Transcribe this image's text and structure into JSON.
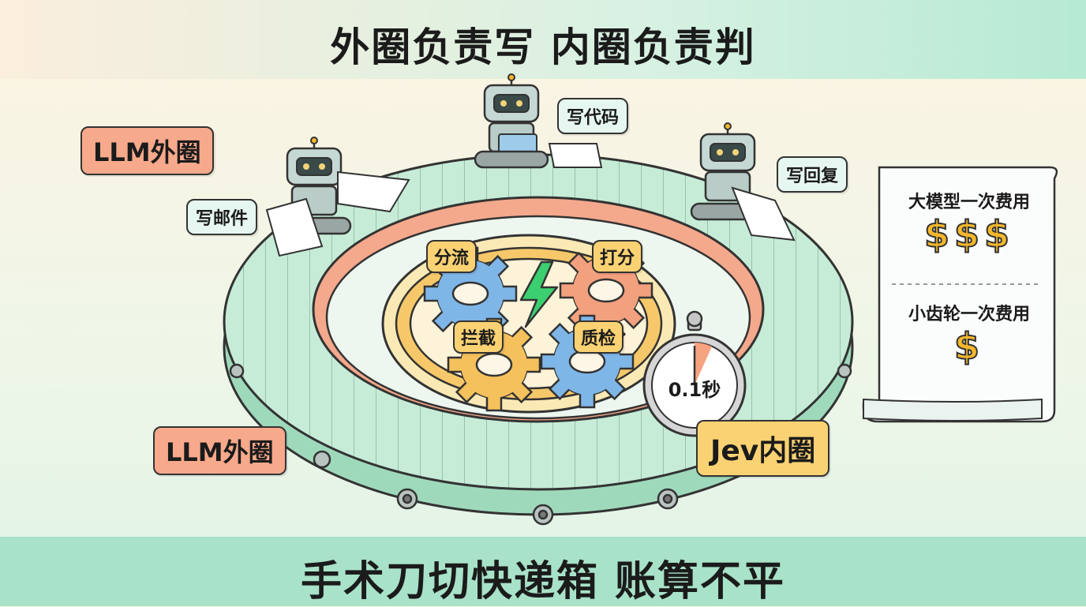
{
  "title": "外圈负责写 内圈负责判",
  "footer": "手术刀切快递箱 账算不平",
  "outer_ring_labels": [
    "LLM外圈",
    "LLM外圈"
  ],
  "inner_ring_label": "Jev内圈",
  "robots": {
    "code": "写代码",
    "email": "写邮件",
    "reply": "写回复"
  },
  "gears": {
    "route": "分流",
    "score": "打分",
    "block": "拦截",
    "qa": "质检"
  },
  "timer": "0.1秒",
  "cost": {
    "llm_label": "大模型一次费用",
    "llm_cost": "$$$",
    "gear_label": "小齿轮一次费用",
    "gear_cost": "$"
  },
  "colors": {
    "ring_green": "#bfe8d3",
    "ring_salmon": "#f4a88c",
    "inner_yellow": "#f7c86a",
    "gear_blue": "#7fb6e8",
    "gear_orange": "#f2a07e",
    "gear_yellow": "#f5c15c",
    "lightning": "#3ccf70"
  }
}
